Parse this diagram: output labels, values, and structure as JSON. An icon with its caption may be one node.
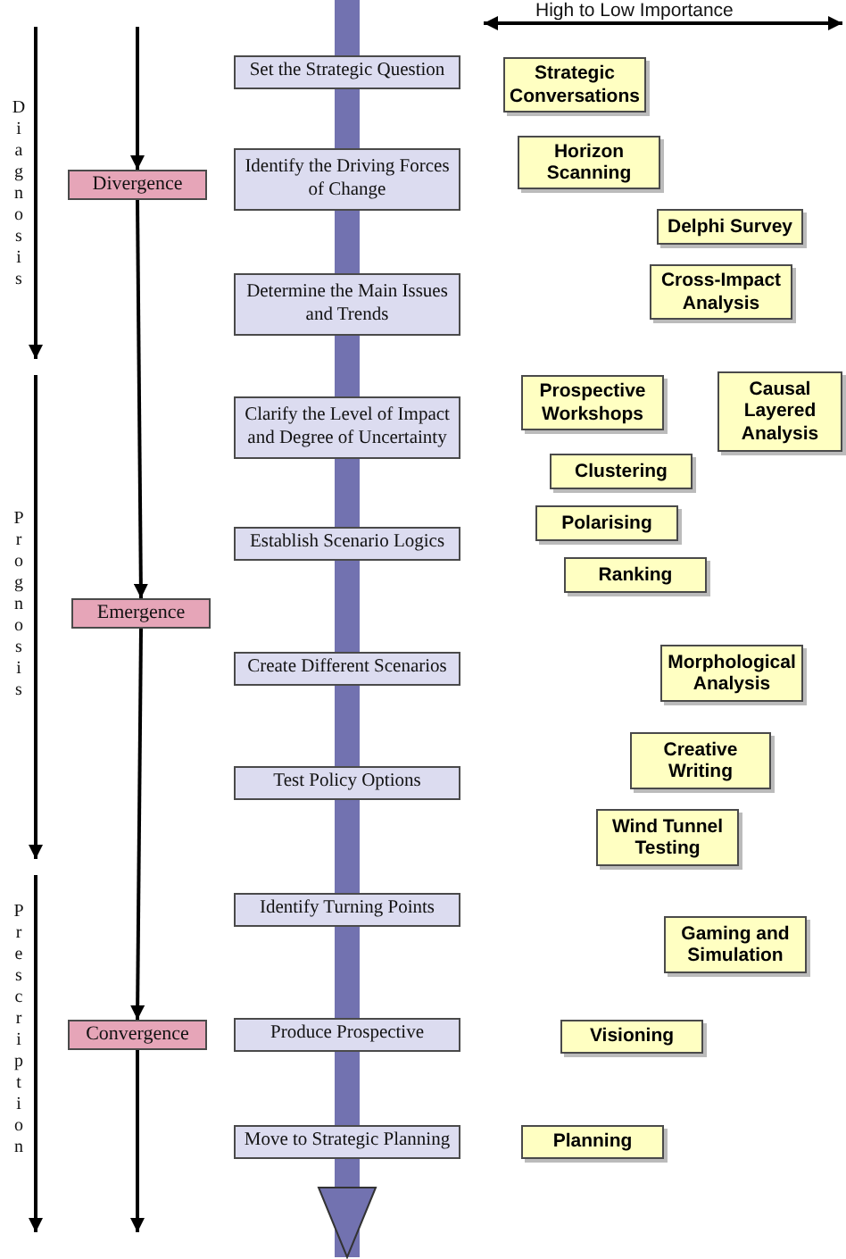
{
  "diagram": {
    "nodes": [
      {
        "text": [
          "Set the Strategic Question"
        ]
      },
      {
        "text": [
          "Identify the Driving Forces of Change"
        ]
      },
      {
        "text": [
          "Determine the Main Issues and Trends"
        ]
      },
      {
        "text": [
          "Clarify the Level of Impact and Degree of Uncertainty"
        ]
      },
      {
        "text": [
          "Establish Scenario Logics"
        ]
      },
      {
        "text": [
          "Create Different Scenarios"
        ]
      },
      {
        "text": [
          "Test Policy Options"
        ]
      },
      {
        "text": [
          "Identify Turning Points"
        ]
      },
      {
        "text": [
          "Produce Prospective"
        ]
      },
      {
        "text": [
          "Move to Strategic Planning"
        ]
      },
      {
        "text": [
          "Divergence"
        ]
      },
      {
        "text": [
          "Emergence"
        ]
      },
      {
        "text": [
          "Convergence"
        ]
      },
      {
        "text": [
          "Strategic Conversations"
        ]
      },
      {
        "text": [
          "Horizon Scanning"
        ]
      },
      {
        "text": [
          "Delphi Survey"
        ]
      },
      {
        "text": [
          "Cross-Impact Analysis"
        ]
      },
      {
        "text": [
          "Prospective Workshops"
        ]
      },
      {
        "text": [
          "Causal Layered Analysis"
        ]
      },
      {
        "text": [
          "Clustering"
        ]
      },
      {
        "text": [
          "Polarising"
        ]
      },
      {
        "text": [
          "Ranking"
        ]
      },
      {
        "text": [
          "Morphological Analysis"
        ]
      },
      {
        "text": [
          "Creative Writing"
        ]
      },
      {
        "text": [
          "Wind Tunnel Testing"
        ]
      },
      {
        "text": [
          "Gaming and Simulation"
        ]
      },
      {
        "text": [
          "Visioning"
        ]
      },
      {
        "text": [
          "Planning"
        ]
      }
    ],
    "edges": [
      {
        "from": null,
        "to": 0,
        "arrow": "none"
      },
      {
        "from": 0,
        "to": 1,
        "arrow": "none"
      },
      {
        "from": 1,
        "to": 2,
        "arrow": "none"
      },
      {
        "from": 2,
        "to": 3,
        "arrow": "none"
      },
      {
        "from": 3,
        "to": 4,
        "arrow": "none"
      },
      {
        "from": 4,
        "to": 5,
        "arrow": "none"
      },
      {
        "from": 5,
        "to": 6,
        "arrow": "none"
      },
      {
        "from": 6,
        "to": 7,
        "arrow": "none"
      },
      {
        "from": 7,
        "to": 8,
        "arrow": "none"
      },
      {
        "from": 8,
        "to": 9,
        "arrow": "none"
      },
      {
        "from": 9,
        "to": null,
        "arrow": "to"
      },
      {
        "from": null,
        "to": 10,
        "arrow": "to",
        "color": "#000000"
      },
      {
        "from": 10,
        "to": 11,
        "arrow": "to",
        "color": "#000000"
      },
      {
        "from": 11,
        "to": 12,
        "arrow": "to",
        "color": "#000000"
      },
      {
        "from": 12,
        "to": null,
        "arrow": "to",
        "color": "#000000"
      }
    ],
    "labels": [
      "High to Low Importance",
      "Diagnosis",
      "Prognosis",
      "Prescription"
    ]
  }
}
